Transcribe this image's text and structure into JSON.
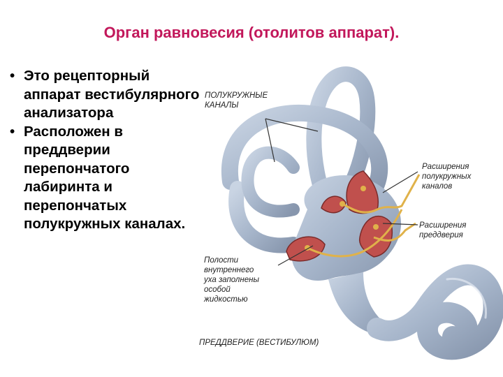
{
  "slide": {
    "title": "Орган равновесия (отолитов аппарат).",
    "bullets": [
      "Это рецепторный аппарат вестибулярного анализатора",
      "Расположен в преддверии перепончатого лабиринта и перепончатых полукружных каналах."
    ],
    "bullet_symbol": "•"
  },
  "figure": {
    "labels": {
      "semicircular_1": "ПОЛУКРУЖНЫЕ",
      "semicircular_2": "КАНАЛЫ",
      "ampullae_1": "Расширения",
      "ampullae_2": "полукружных",
      "ampullae_3": "каналов",
      "vestibule_ext_1": "Расширения",
      "vestibule_ext_2": "преддверия",
      "cavities_1": "Полости",
      "cavities_2": "внутреннего",
      "cavities_3": "уха заполнены",
      "cavities_4": "особой",
      "cavities_5": "жидкостью",
      "vestibule": "ПРЕДДВЕРИЕ (ВЕСТИБУЛЮМ)"
    },
    "colors": {
      "labyrinth": "#a9b8cc",
      "labyrinth_shade": "#8796ad",
      "membranous": "#c0504d",
      "nerve": "#e0b24a",
      "title": "#c2185b"
    }
  }
}
